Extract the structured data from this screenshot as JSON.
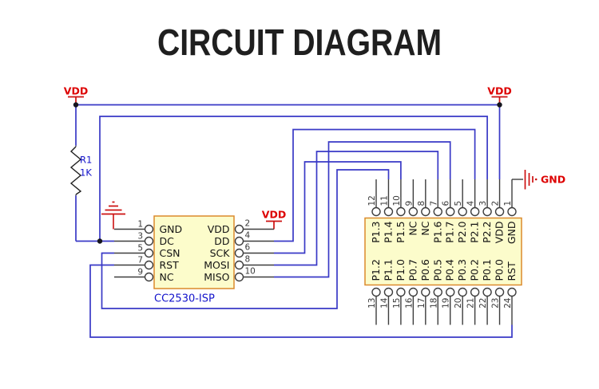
{
  "title": "CIRCUIT DIAGRAM",
  "power": {
    "vdd_label": "VDD",
    "gnd_label": "GND"
  },
  "resistor": {
    "designator": "R1",
    "value": "1K"
  },
  "isp_chip": {
    "name": "CC2530-ISP",
    "left_pins": [
      {
        "number": "1",
        "label": "GND"
      },
      {
        "number": "3",
        "label": "DC"
      },
      {
        "number": "5",
        "label": "CSN"
      },
      {
        "number": "7",
        "label": "RST"
      },
      {
        "number": "9",
        "label": "NC"
      }
    ],
    "right_pins": [
      {
        "number": "2",
        "label": "VDD"
      },
      {
        "number": "4",
        "label": "DD"
      },
      {
        "number": "6",
        "label": "SCK"
      },
      {
        "number": "8",
        "label": "MOSI"
      },
      {
        "number": "10",
        "label": "MISO"
      }
    ]
  },
  "mcu_chip": {
    "top_pins": [
      {
        "number": "12",
        "label": "P1.3"
      },
      {
        "number": "11",
        "label": "P1.4"
      },
      {
        "number": "10",
        "label": "P1.5"
      },
      {
        "number": "9",
        "label": "NC"
      },
      {
        "number": "8",
        "label": "NC"
      },
      {
        "number": "7",
        "label": "P1.6"
      },
      {
        "number": "6",
        "label": "P1.7"
      },
      {
        "number": "5",
        "label": "P2.0"
      },
      {
        "number": "4",
        "label": "P2.1"
      },
      {
        "number": "3",
        "label": "P2.2"
      },
      {
        "number": "2",
        "label": "VDD"
      },
      {
        "number": "1",
        "label": "GND"
      }
    ],
    "bottom_pins": [
      {
        "number": "13",
        "label": "P1.2"
      },
      {
        "number": "14",
        "label": "P1.1"
      },
      {
        "number": "15",
        "label": "P1.0"
      },
      {
        "number": "16",
        "label": "P0.7"
      },
      {
        "number": "17",
        "label": "P0.6"
      },
      {
        "number": "18",
        "label": "P0.5"
      },
      {
        "number": "19",
        "label": "P0.4"
      },
      {
        "number": "20",
        "label": "P0.3"
      },
      {
        "number": "21",
        "label": "P0.2"
      },
      {
        "number": "22",
        "label": "P0.1"
      },
      {
        "number": "23",
        "label": "P0.0"
      },
      {
        "number": "24",
        "label": "RST"
      }
    ]
  },
  "colors": {
    "wire": "#3939c6",
    "stub": "#3d3d3d",
    "red": "#cc1111",
    "red_text": "#dd0000",
    "chip_fill": "#fcfccb",
    "chip_border": "#db8a2c",
    "blue_text": "#1313cb",
    "pin_number": "#3a3a3a",
    "label": "#141414",
    "title": "#1f1f1f",
    "junction": "#15151e"
  }
}
